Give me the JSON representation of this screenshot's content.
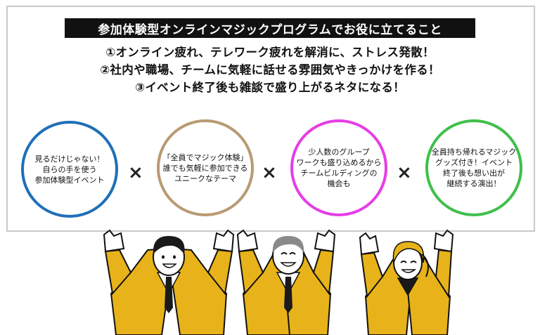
{
  "title": "参加体験型オンラインマジックプログラムでお役に立てること",
  "points": [
    "①オンライン疲れ、テレワーク疲れを解消に、ストレス発散！",
    "②社内や職場、チームに気軽に話せる雰囲気やきっかけを作る！",
    "③イベント終了後も雑談で盛り上がるネタになる！"
  ],
  "circles": [
    {
      "color": "#1f6fb8",
      "lines": [
        "見るだけじゃない！",
        "自らの手を使う",
        "参加体験型イベント"
      ]
    },
    {
      "color": "#b99a72",
      "lines": [
        "「全員でマジック体験」",
        "誰でも気軽に参加できる",
        "ユニークなテーマ"
      ]
    },
    {
      "color": "#e63de6",
      "lines": [
        "少人数のグループ",
        "ワークも盛り込めるから",
        "チームビルディングの",
        "機会も"
      ]
    },
    {
      "color": "#3fbf4a",
      "lines": [
        "全員持ち帰れるマジック",
        "グッズ付き！イベント",
        "終了後も想い出が",
        "継続する演出！"
      ]
    }
  ],
  "separator": "×",
  "colors": {
    "suit": "#e8b31a",
    "suit_dark": "#c8950c",
    "shirt": "#ffffff",
    "tie": "#1a1a1a",
    "hair": "#1a1a1a",
    "gray_hair": "#8a8a8a",
    "skin": "#ffffff"
  }
}
